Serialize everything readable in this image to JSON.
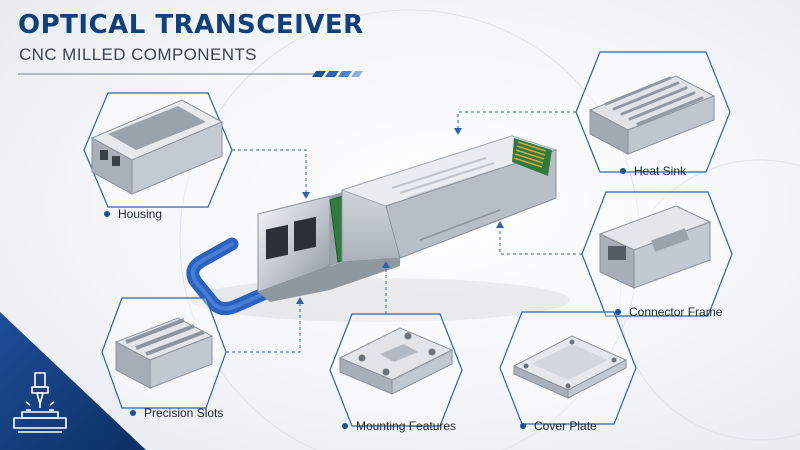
{
  "title": "OPTICAL TRANSCEIVER",
  "subtitle": "CNC MILLED COMPONENTS",
  "components": [
    {
      "id": "housing",
      "label": "Housing"
    },
    {
      "id": "heat-sink",
      "label": "Heat Sink"
    },
    {
      "id": "connector-frame",
      "label": "Connector Frame"
    },
    {
      "id": "precision-slots",
      "label": "Precision Slots"
    },
    {
      "id": "mounting-features",
      "label": "Mounting Features"
    },
    {
      "id": "cover-plate",
      "label": "Cover Plate"
    }
  ],
  "colors": {
    "brand_navy": "#0f3f7d",
    "accent_blue": "#2c63b3",
    "latch_blue": "#2a62c0",
    "pcb_green": "#2f7a3c",
    "gold_contacts": "#d9a43a"
  },
  "icons": [
    "cnc-machine-icon"
  ]
}
